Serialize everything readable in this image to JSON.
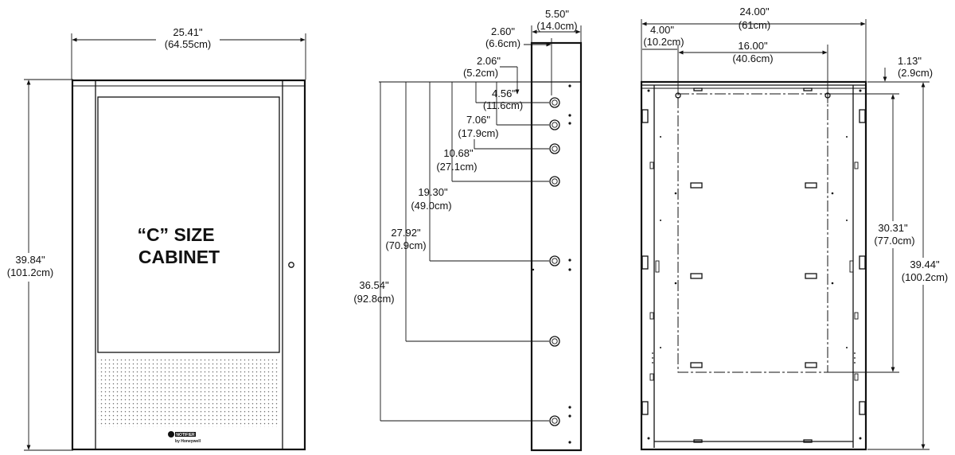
{
  "front_view": {
    "width_in": "25.41\"",
    "width_cm": "(64.55cm)",
    "height_in": "39.84\"",
    "height_cm": "(101.2cm)",
    "label_line1": "“C” SIZE",
    "label_line2": "CABINET",
    "logo_brand": "NOTIFIER",
    "logo_sub": "by Honeywell"
  },
  "side_view": {
    "depth_in": "5.50\"",
    "depth_cm": "(14.0cm)",
    "offset_in": "2.60\"",
    "offset_cm": "(6.6cm)",
    "top_in": "2.06\"",
    "top_cm": "(5.2cm)",
    "knockouts": [
      {
        "in": "4.56\"",
        "cm": "(11.6cm)"
      },
      {
        "in": "7.06\"",
        "cm": "(17.9cm)"
      },
      {
        "in": "10.68\"",
        "cm": "(27.1cm)"
      },
      {
        "in": "19.30\"",
        "cm": "(49.0cm)"
      },
      {
        "in": "27.92\"",
        "cm": "(70.9cm)"
      },
      {
        "in": "36.54\"",
        "cm": "(92.8cm)"
      }
    ]
  },
  "back_view": {
    "width_in": "24.00\"",
    "width_cm": "(61cm)",
    "left_in": "4.00\"",
    "left_cm": "(10.2cm)",
    "mount_in": "16.00\"",
    "mount_cm": "(40.6cm)",
    "top_in": "1.13\"",
    "top_cm": "(2.9cm)",
    "mount_h_in": "30.31\"",
    "mount_h_cm": "(77.0cm)",
    "height_in": "39.44\"",
    "height_cm": "(100.2cm)"
  }
}
